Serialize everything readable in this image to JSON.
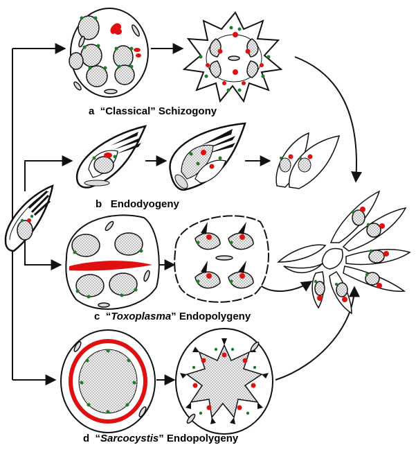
{
  "panels": [
    {
      "letter": "a",
      "open_quote": "“",
      "name": "Classical",
      "close_quote": "”",
      "rest": " Schizogony",
      "italic": false
    },
    {
      "letter": "b",
      "open_quote": "",
      "name": "",
      "close_quote": "",
      "rest": "Endodyogeny",
      "italic": false
    },
    {
      "letter": "c",
      "open_quote": "“",
      "name": "Toxoplasma",
      "close_quote": "”",
      "rest": " Endopolygeny",
      "italic": true
    },
    {
      "letter": "d",
      "open_quote": "“",
      "name": "Sarcocystis",
      "close_quote": "”",
      "rest": " Endopolygeny",
      "italic": true
    }
  ],
  "colors": {
    "nucleus_red": "#e01010",
    "apical_green": "#1f7a2a",
    "stroke": "#111111",
    "fill_gray": "#d8d8d8"
  }
}
